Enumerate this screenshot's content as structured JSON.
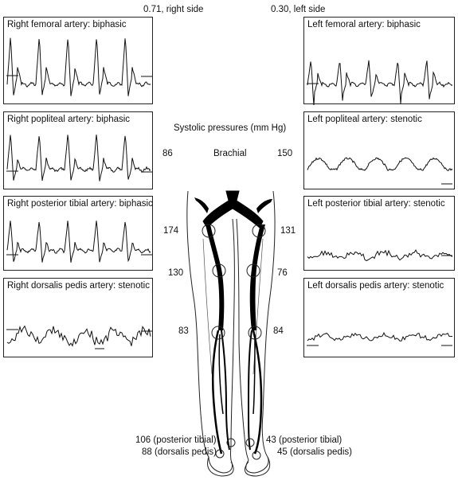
{
  "header": {
    "ratio_right": "0.71, right side",
    "ratio_left": "0.30, left side"
  },
  "pressures": {
    "title": "Systolic pressures (mm Hg)",
    "brachial_label": "Brachial",
    "brachial_right": "86",
    "brachial_left": "150",
    "thigh_right": "174",
    "thigh_left": "131",
    "knee_right": "130",
    "knee_left": "76",
    "calf_right": "83",
    "calf_left": "84",
    "ankle_right_pt": "106 (posterior tibial)",
    "ankle_right_dp": "88 (dorsalis pedis)",
    "ankle_left_pt": "43 (posterior tibial)",
    "ankle_left_dp": "45 (dorsalis pedis)"
  },
  "panels": {
    "right_femoral": {
      "title": "Right femoral artery: biphasic",
      "waveform": "biphasic"
    },
    "right_popliteal": {
      "title": "Right popliteal artery: biphasic",
      "waveform": "biphasic"
    },
    "right_post_tibial": {
      "title": "Right posterior tibial artery: biphasic",
      "waveform": "biphasic"
    },
    "right_dorsalis": {
      "title": "Right dorsalis pedis artery: stenotic",
      "waveform": "stenotic"
    },
    "left_femoral": {
      "title": "Left femoral artery: biphasic",
      "waveform": "biphasic"
    },
    "left_popliteal": {
      "title": "Left popliteal artery: stenotic",
      "waveform": "stenotic"
    },
    "left_post_tibial": {
      "title": "Left posterior tibial artery: stenotic",
      "waveform": "stenotic"
    },
    "left_dorsalis": {
      "title": "Left dorsalis pedis artery: stenotic",
      "waveform": "stenotic"
    }
  },
  "colors": {
    "ink": "#111111",
    "artery": "#000000"
  }
}
